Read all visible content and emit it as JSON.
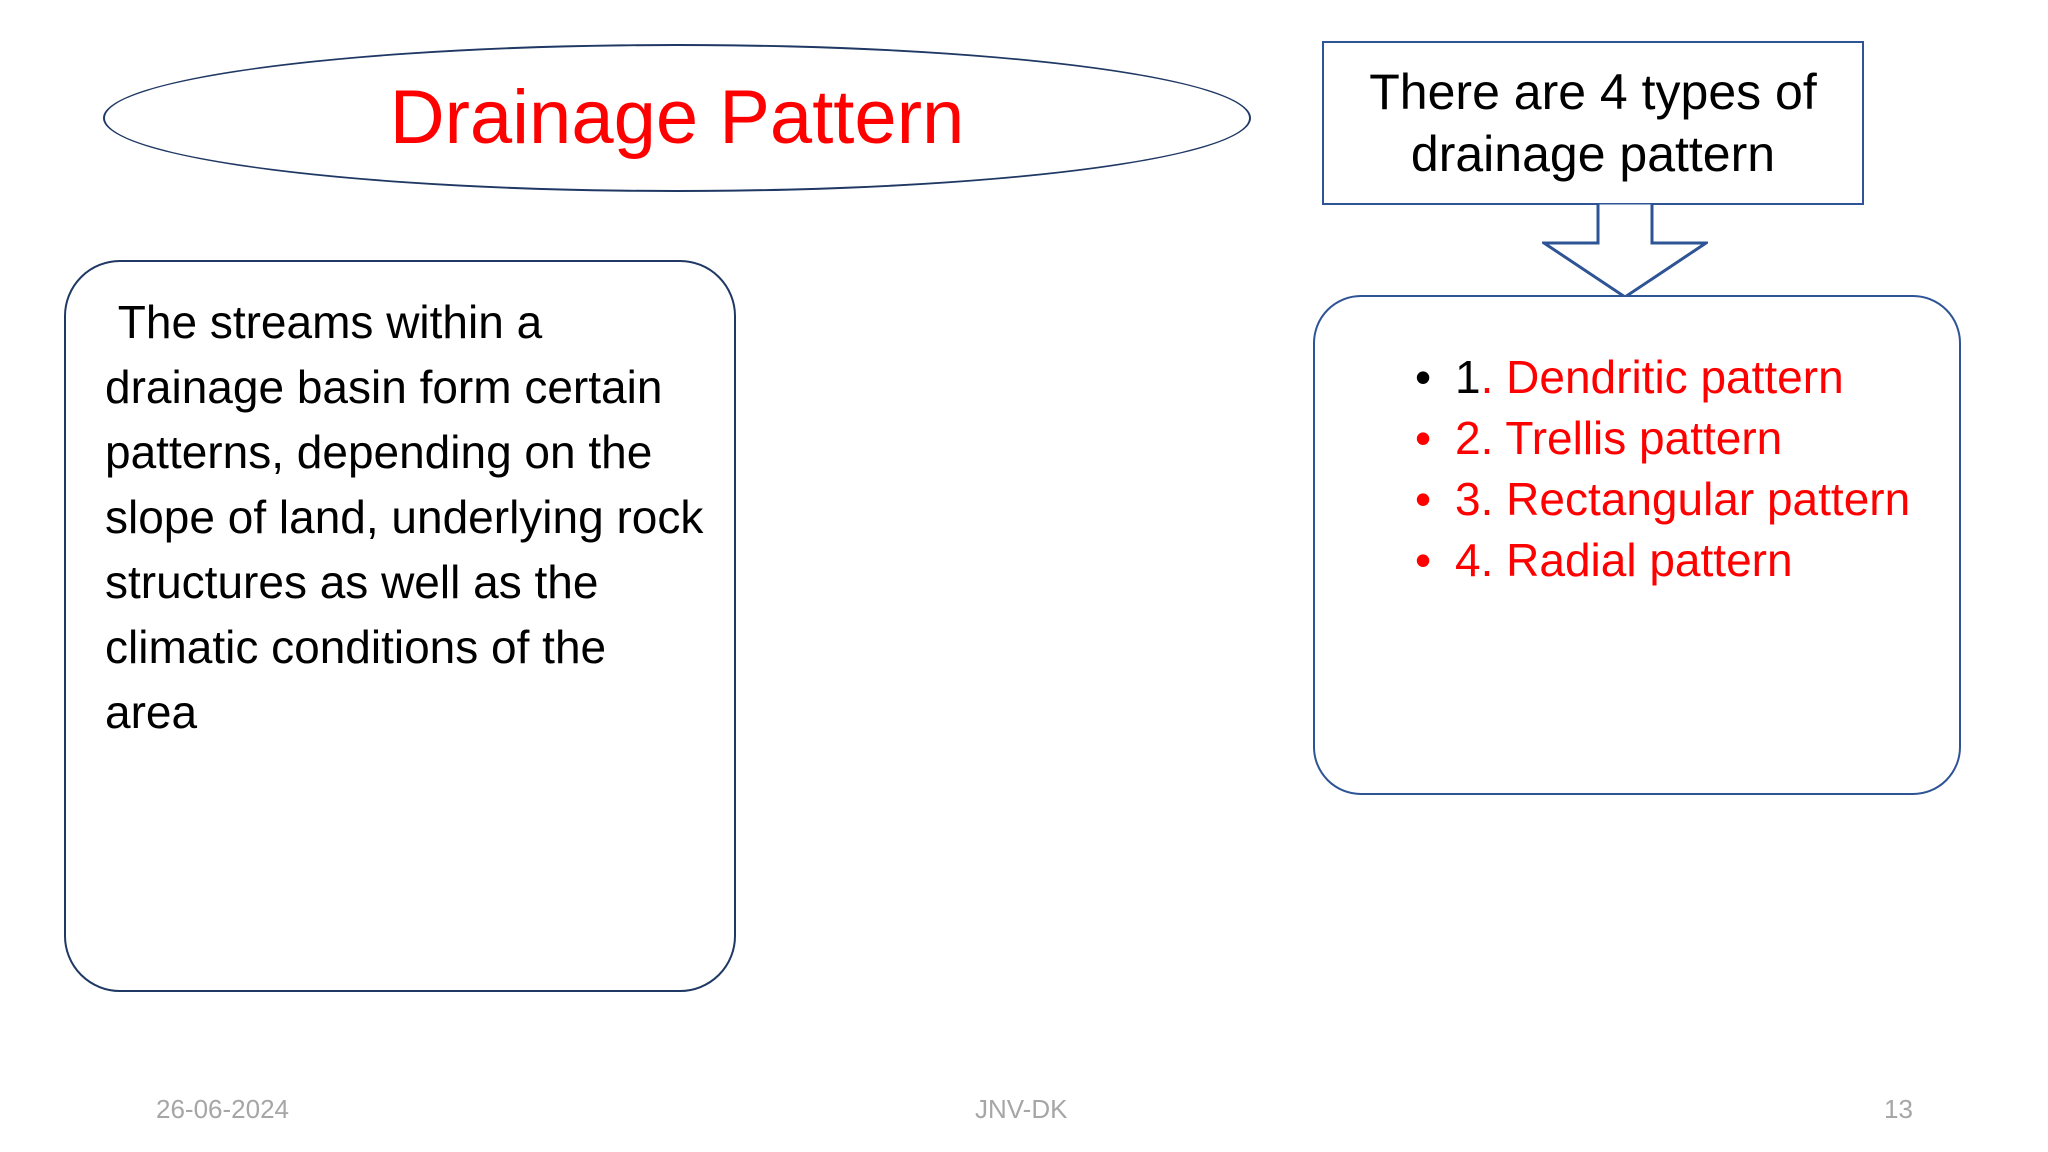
{
  "slide": {
    "background_color": "#FFFFFF",
    "accent_border_color": "#1F3864",
    "secondary_border_color": "#2E5496",
    "highlight_color": "#FF0000",
    "body_text_color": "#000000",
    "footer_text_color": "#A6A6A6"
  },
  "title": {
    "text": "Drainage Pattern",
    "shape": "ellipse"
  },
  "left_box": {
    "text": " The streams within a drainage basin form certain patterns, depending on the slope of land, underlying rock structures as well as the climatic conditions of the area"
  },
  "types_box": {
    "line1": "There are 4 types of",
    "line2": "drainage pattern"
  },
  "connector": {
    "icon": "down-arrow-icon"
  },
  "list_box": {
    "bullet_glyph": "•",
    "items": [
      {
        "lead": "1",
        "rest": ". Dendritic pattern",
        "lead_color": "#000000",
        "rest_color": "#FF0000"
      },
      {
        "lead": "2",
        "rest": ". Trellis pattern",
        "lead_color": "#FF0000",
        "rest_color": "#FF0000"
      },
      {
        "lead": "3",
        "rest": ". Rectangular pattern",
        "lead_color": "#FF0000",
        "rest_color": "#FF0000"
      },
      {
        "lead": "4",
        "rest": ". Radial pattern",
        "lead_color": "#FF0000",
        "rest_color": "#FF0000"
      }
    ]
  },
  "footer": {
    "date": "26-06-2024",
    "organization": "JNV-DK",
    "page_number": "13"
  }
}
